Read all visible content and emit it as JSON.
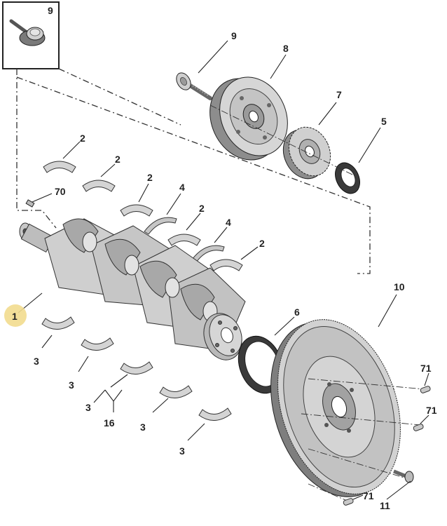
{
  "inset": {
    "label": "9"
  },
  "callouts": {
    "bolt_top": "9",
    "pulley": "8",
    "sprocket": "7",
    "oil_seal_front": "5",
    "main_bearing_1": "2",
    "main_bearing_2": "2",
    "main_bearing_3": "2",
    "main_bearing_4": "2",
    "main_bearing_5": "2",
    "thrust_washer_1": "4",
    "thrust_washer_2": "4",
    "key": "70",
    "crankshaft": "1",
    "lower_bearing_1": "3",
    "lower_bearing_2": "3",
    "lower_bearing_3": "3",
    "lower_bearing_4": "3",
    "lower_bearing_5": "3",
    "bearing_set": "16",
    "oil_seal_rear": "6",
    "flywheel": "10",
    "dowel_1": "71",
    "dowel_2": "71",
    "dowel_3": "71",
    "flywheel_bolt": "11"
  },
  "colors": {
    "part_fill": "#d8d8d8",
    "part_shade": "#a9a9a9",
    "part_dark": "#6f6f6f",
    "line": "#222222",
    "highlight": "#f2dc8e"
  }
}
